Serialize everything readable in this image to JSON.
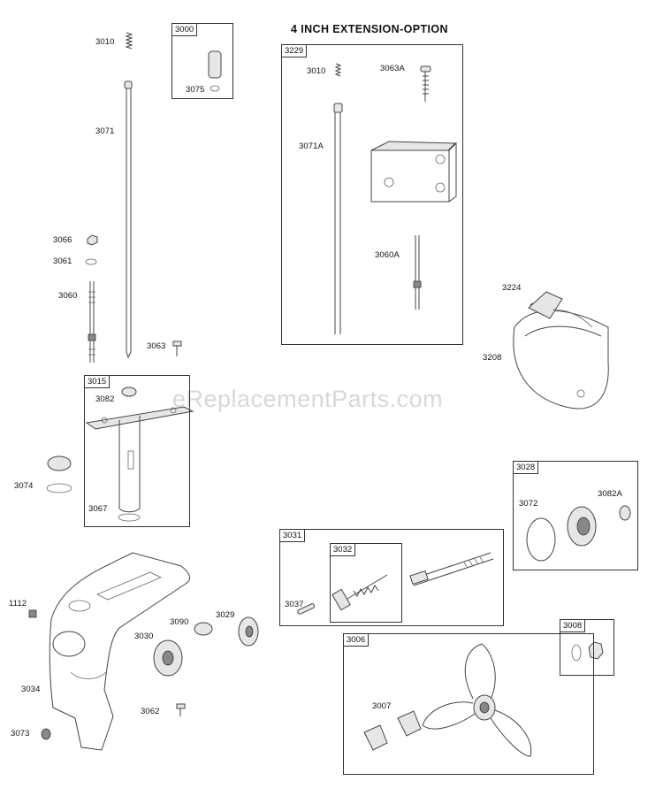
{
  "title": "4 INCH EXTENSION-OPTION",
  "watermark": "eReplacementParts.com",
  "boxes": {
    "b3000": "3000",
    "b3229": "3229",
    "b3015": "3015",
    "b3028": "3028",
    "b3031": "3031",
    "b3032": "3032",
    "b3006": "3006",
    "b3008": "3008"
  },
  "labels": {
    "l3010a": "3010",
    "l3071": "3071",
    "l3075": "3075",
    "l3010b": "3010",
    "l3063A": "3063A",
    "l3071A": "3071A",
    "l3066": "3066",
    "l3061": "3061",
    "l3060": "3060",
    "l3060A": "3060A",
    "l3063": "3063",
    "l3224": "3224",
    "l3208": "3208",
    "l3082": "3082",
    "l3074": "3074",
    "l3067": "3067",
    "l3072": "3072",
    "l3082A": "3082A",
    "l1112": "1112",
    "l3090": "3090",
    "l3029": "3029",
    "l3030": "3030",
    "l3037": "3037",
    "l3034": "3034",
    "l3007": "3007",
    "l3062": "3062",
    "l3073": "3073"
  }
}
